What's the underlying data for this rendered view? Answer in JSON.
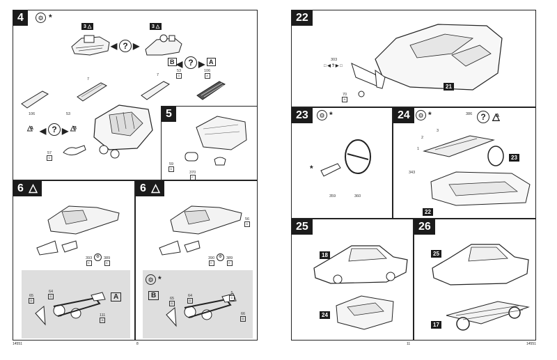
{
  "left_page": {
    "step4": {
      "number": "4",
      "star": "*",
      "tags": [
        "3",
        "3"
      ],
      "part_nums": [
        "7",
        "53",
        "7",
        "106",
        "106",
        "53",
        "57"
      ],
      "box_letters": [
        "B",
        "A"
      ],
      "variant_labels": [
        "A",
        "B",
        "B",
        "A"
      ],
      "q": "?"
    },
    "step5": {
      "number": "5",
      "part_nums": [
        "59",
        "370"
      ]
    },
    "step6a": {
      "number": "6",
      "variant": "A",
      "part_nums": [
        "393",
        "389",
        "65",
        "64",
        "111"
      ],
      "sub_label": "A"
    },
    "step6b": {
      "number": "6",
      "variant": "B",
      "part_nums": [
        "56",
        "390",
        "389",
        "65",
        "64",
        "5",
        "66"
      ],
      "sub_label": "B",
      "star": "*"
    },
    "footer_code": "14551",
    "footer_page": "8"
  },
  "right_page": {
    "step22": {
      "number": "22",
      "part_nums": [
        "303",
        "70"
      ],
      "ref": "21",
      "q": "?"
    },
    "step23": {
      "number": "23",
      "star": "*",
      "part_nums": [
        "359",
        "360"
      ],
      "side_star": "*"
    },
    "step24": {
      "number": "24",
      "star": "*",
      "part_nums": [
        "386",
        "2",
        "3",
        "1",
        "343"
      ],
      "refs": [
        "23",
        "22"
      ],
      "q_label": "A"
    },
    "step25": {
      "number": "25",
      "refs": [
        "18",
        "24"
      ]
    },
    "step26": {
      "number": "26",
      "refs": [
        "25",
        "17"
      ]
    },
    "footer_page": "11",
    "footer_code": "14551"
  }
}
